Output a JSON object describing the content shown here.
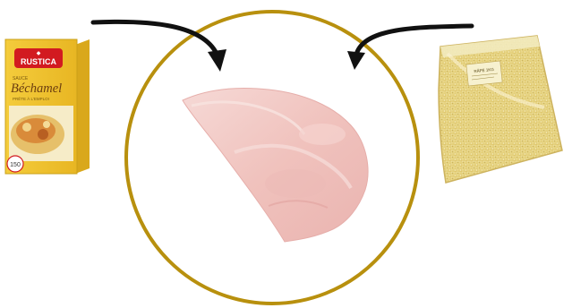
{
  "colors": {
    "circle": "#b8900e",
    "arrow": "#111111",
    "ham_base": "#f1c8c3",
    "ham_shadow": "#e3a9a5",
    "carton_yellow": "#f2c531",
    "carton_red": "#d21a20",
    "carton_cream": "#f6ecc8",
    "bag_fill": "#e8d68c",
    "bag_edge": "#d9c36f"
  },
  "carton": {
    "brand_top": "◆",
    "brand": "RUSTICA",
    "small_line": "SAUCE",
    "name": "Béchamel",
    "sub": "PRÊTE À L'EMPLOI",
    "badge": "150"
  },
  "bag": {
    "label_title": "RÂPÉ 1KG"
  },
  "icons": [
    "arrow-left-icon",
    "arrow-right-icon",
    "ham-slice-icon",
    "bechamel-carton-icon",
    "grated-cheese-bag-icon"
  ]
}
